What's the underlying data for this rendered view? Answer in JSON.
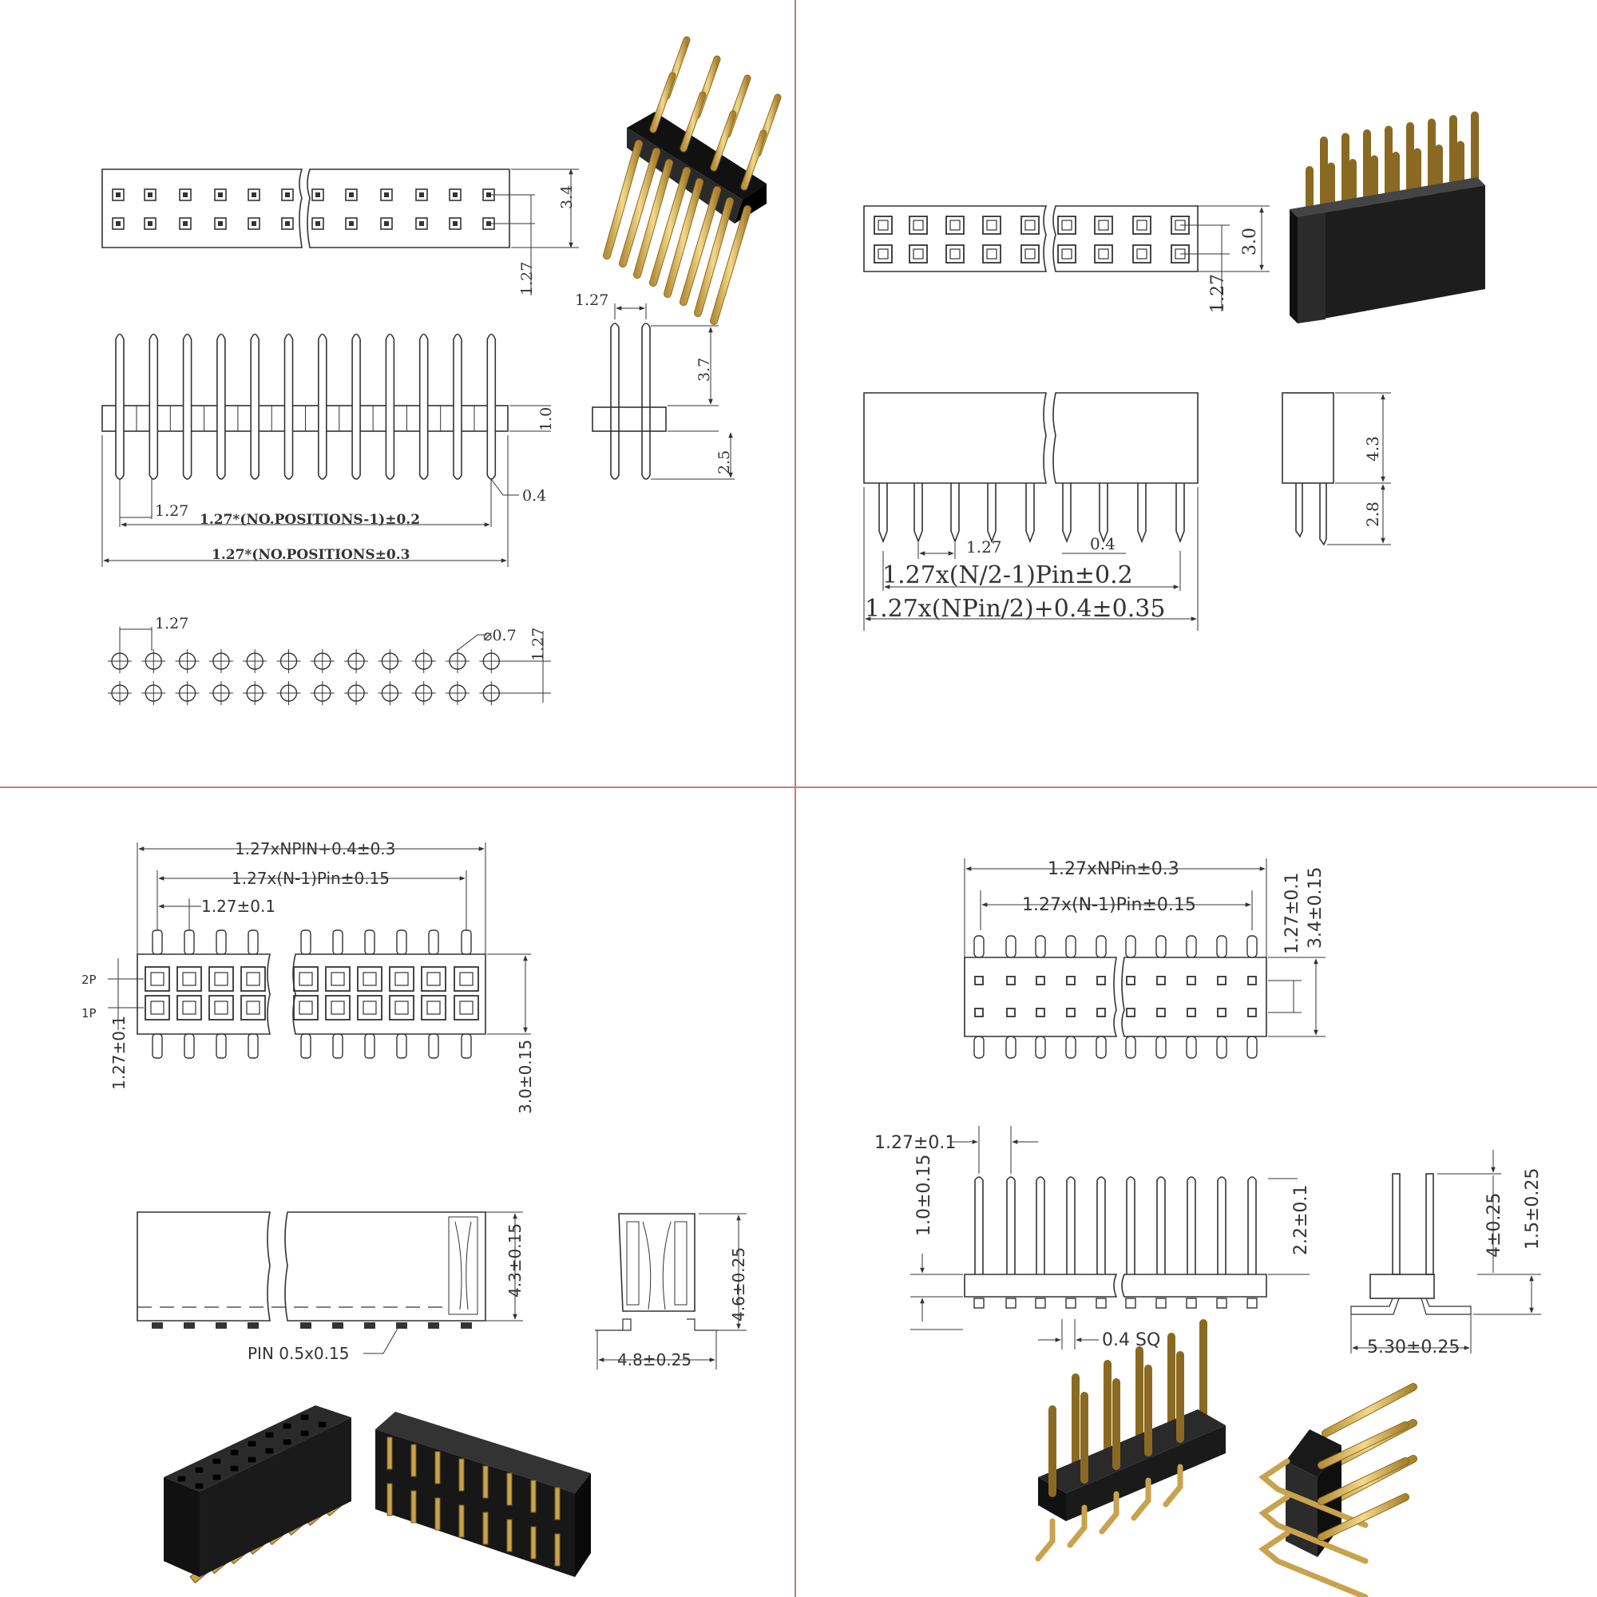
{
  "colors": {
    "divider": "#c97a7a",
    "line": "#333333",
    "gold": "#d8b25a",
    "plastic": "#1c1c1c"
  },
  "q1": {
    "dim_height": "3.4",
    "dim_row_pitch_top": "1.27",
    "dim_side_pitch": "1.27",
    "dim_pin_top": "3.7",
    "dim_body": "1.0",
    "dim_pin_bottom": "2.5",
    "dim_pin_width": "0.4",
    "dim_pitch": "1.27",
    "formula_1": "1.27*(NO.POSITIONS-1)±0.2",
    "formula_2": "1.27*(NO.POSITIONS±0.3",
    "pcb_pitch": "1.27",
    "pcb_hole": "⌀0.7",
    "pcb_row_pitch": "1.27",
    "photo_icon": "straight-dual-row-pin-header"
  },
  "q2": {
    "dim_height": "3.0",
    "dim_row_pitch": "1.27",
    "dim_body_height": "4.3",
    "dim_pin_len": "2.8",
    "dim_pitch": "1.27",
    "dim_pin_width": "0.4",
    "formula_1": "1.27x(N/2-1)Pin±0.2",
    "formula_2": "1.27x(NPin/2)+0.4±0.35",
    "photo_icon": "female-socket-header"
  },
  "q3": {
    "formula_top": "1.27xNPIN+0.4±0.3",
    "formula_mid": "1.27x(N-1)Pin±0.15",
    "pitch": "1.27±0.1",
    "label_2p": "2P",
    "label_1p": "1P",
    "row_pitch": "1.27±0.1",
    "height": "3.0±0.15",
    "body_height": "4.3±0.15",
    "pin_label": "PIN  0.5x0.15",
    "side_height": "4.6±0.25",
    "side_width": "4.8±0.25",
    "photo_icon": "smt-female-socket"
  },
  "q4": {
    "formula_top": "1.27xNPin±0.3",
    "formula_mid": "1.27x(N-1)Pin±0.15",
    "row_pitch": "1.27±0.1",
    "height": "3.4±0.15",
    "pitch": "1.27±0.1",
    "body_thk": "1.0±0.15",
    "pin_len": "2.2±0.1",
    "pin_sq": "0.4  SQ",
    "side_h1": "4±0.25",
    "side_h2": "1.5±0.25",
    "side_w": "5.30±0.25",
    "photo_icon": "smt-male-pin-header"
  }
}
